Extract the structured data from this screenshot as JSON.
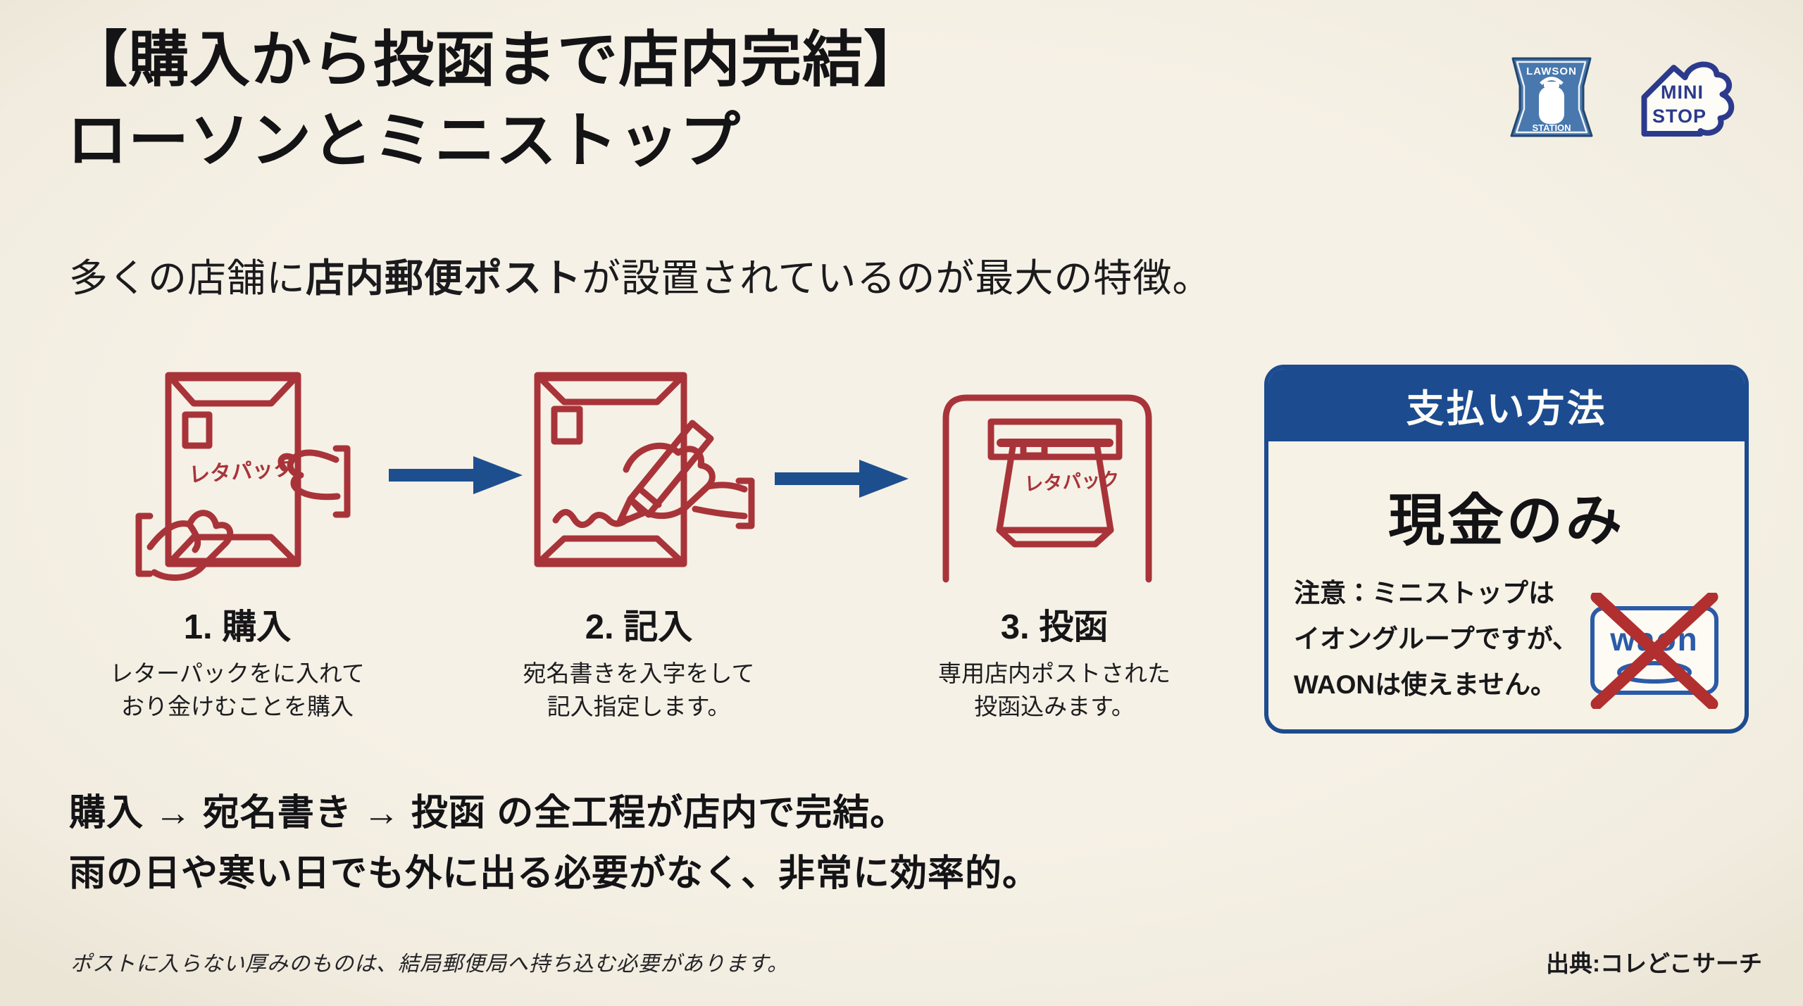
{
  "header": {
    "title_line1": "【購入から投函まで店内完結】",
    "title_line2": "ローソンとミニストップ",
    "subtitle": {
      "prefix": "多くの店舗に",
      "highlight": "店内郵便ポスト",
      "suffix": "が設置されているのが最大の特徴。"
    }
  },
  "logos": {
    "lawson": {
      "top_text": "LAWSON",
      "bottom_text": "STATION"
    },
    "ministop": {
      "line1": "MINI",
      "line2": "STOP"
    }
  },
  "steps": [
    {
      "label": "1. 購入",
      "desc_line1": "レターパックをに入れて",
      "desc_line2": "おり金けむことを購入",
      "icon": "envelope-in-hands",
      "icon_text": "レタパック"
    },
    {
      "label": "2. 記入",
      "desc_line1": "宛名書きを入字をして",
      "desc_line2": "記入指定します。",
      "icon": "hand-writing-envelope",
      "icon_text": ""
    },
    {
      "label": "3. 投函",
      "desc_line1": "専用店内ポストされた",
      "desc_line2": "投函込みます。",
      "icon": "post-slot-insert",
      "icon_text": "レタパック"
    }
  ],
  "payment": {
    "header": "支払い方法",
    "main": "現金のみ",
    "note_line1": "注意：ミニストップは",
    "note_line2": "イオングループですが、",
    "note_line3": "WAONは使えません。",
    "waon_text": "waon"
  },
  "summary": {
    "line1": "購入 → 宛名書き → 投函 の全工程が店内で完結。",
    "line2": "雨の日や寒い日でも外に出る必要がなく、非常に効率的。"
  },
  "footnote": "ポストに入らない厚みのものは、結局郵便局へ持ち込む必要があります。",
  "source": "出典:コレどこサーチ",
  "colors": {
    "background": "#F3EEE1",
    "ink": "#17171A",
    "accent_red": "#A8343A",
    "accent_blue": "#1C4B90",
    "lawson_blue": "#4878AE",
    "ministop_navy": "#2B3A8C",
    "waon_blue": "#2B5BA8",
    "cross_red": "#B12F2F"
  }
}
